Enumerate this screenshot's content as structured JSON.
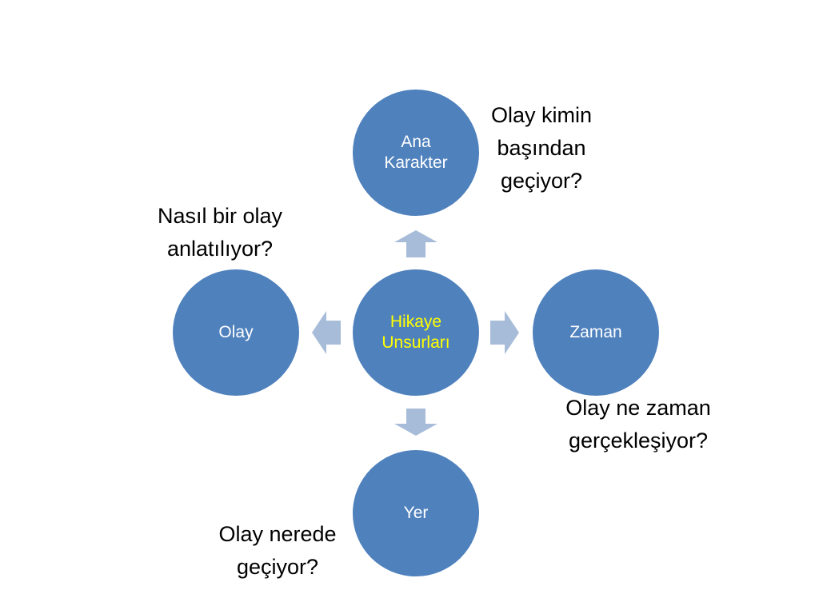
{
  "diagram": {
    "center": {
      "label": "Hikaye Unsurları"
    },
    "nodes": {
      "top": {
        "label": "Ana Karakter"
      },
      "left": {
        "label": "Olay"
      },
      "right": {
        "label": "Zaman"
      },
      "bottom": {
        "label": "Yer"
      }
    },
    "notes": {
      "top": "Olay kimin\nbaşından\ngeçiyor?",
      "left": "Nasıl bir olay\nanlatılıyor?",
      "right": "Olay ne zaman\ngerçekleşiyor?",
      "bottom": "Olay nerede\ngeçiyor?"
    },
    "colors": {
      "node_fill": "#4f81bd",
      "node_text": "#ffffff",
      "center_text": "#ffff00",
      "arrow_fill": "#a7bcd8"
    }
  }
}
